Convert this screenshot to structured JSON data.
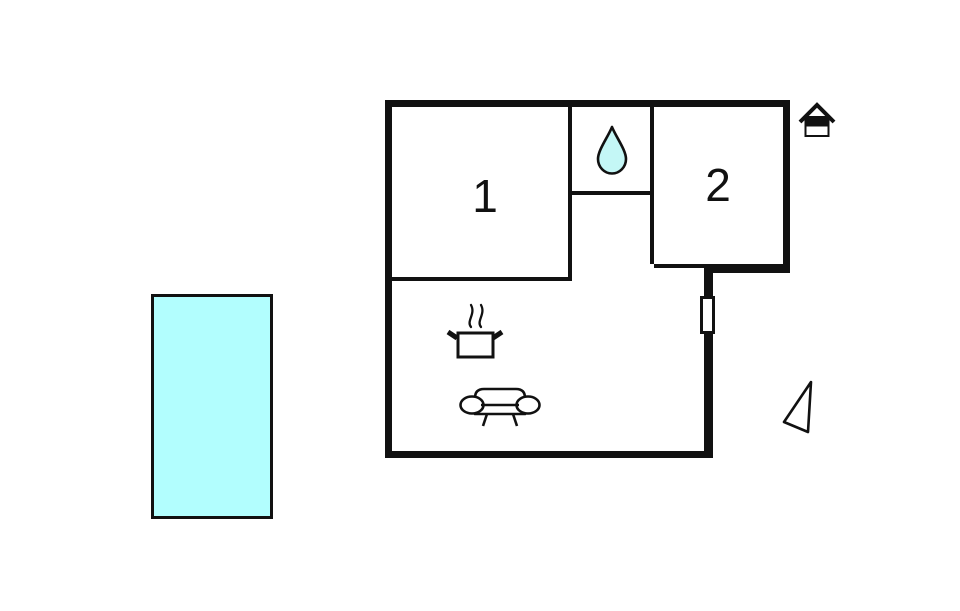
{
  "page": {
    "description": "Floor plan of a holiday home with two numbered rooms, bathroom, kitchen/living area, an outdoor swimming pool, a house marker and a north arrow"
  },
  "colors": {
    "wall": "#111111",
    "pool_fill": "#b2fefe",
    "drop_fill": "#c4f7f6",
    "icon_stroke": "#111111",
    "background": "#ffffff"
  },
  "rooms": [
    {
      "id": "room-1",
      "label": "1"
    },
    {
      "id": "room-2",
      "label": "2"
    }
  ],
  "icons": {
    "water_drop": "water-drop-icon",
    "cooking_pot": "cooking-pot-icon",
    "sofa": "sofa-icon",
    "house": "house-icon",
    "north_arrow": "north-arrow-icon",
    "window": "window-marker",
    "pool": "swimming-pool"
  }
}
